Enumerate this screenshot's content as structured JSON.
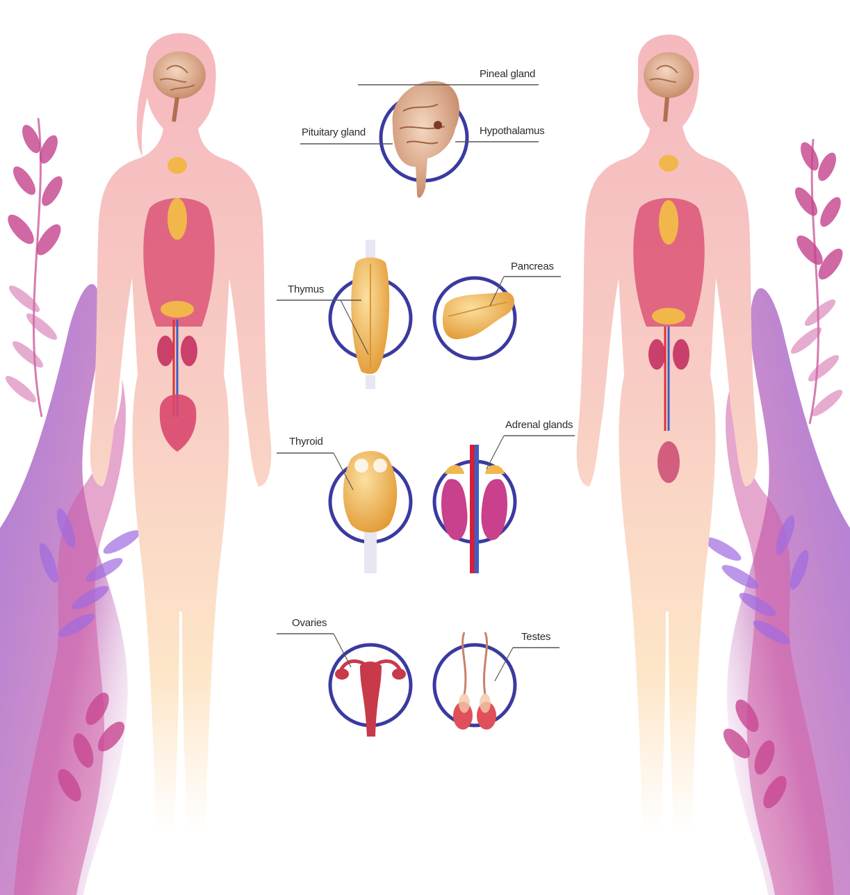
{
  "diagram": {
    "labels": {
      "pineal": "Pineal gland",
      "pituitary": "Pituitary gland",
      "hypothalamus": "Hypothalamus",
      "thymus": "Thymus",
      "pancreas": "Pancreas",
      "thyroid": "Thyroid",
      "adrenal": "Adrenal glands",
      "ovaries": "Ovaries",
      "testes": "Testes"
    },
    "colors": {
      "ring": "#3a3aa0",
      "skin": "#f7c9c9",
      "skin_lower": "#fbe3c3",
      "organ": "#d9476e",
      "gland": "#f1b74a",
      "leaf_pink": "#c94c9b",
      "leaf_purple": "#9b62cf",
      "brain": "#e3b99c"
    }
  }
}
